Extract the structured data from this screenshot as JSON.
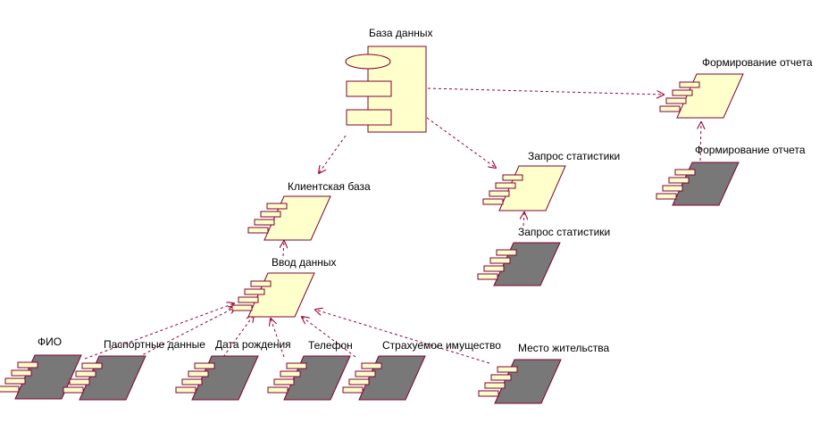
{
  "colors": {
    "component_fill": "#ffffcc",
    "stub_fill": "#787878",
    "outline": "#800033",
    "edge": "#990033"
  },
  "nodes": {
    "database": {
      "label": "База данных",
      "icon": "database-component-icon"
    },
    "report_form": {
      "label": "Формирование отчета",
      "icon": "form-component-icon"
    },
    "report_stub": {
      "label": "Формирование отчета",
      "icon": "form-component-icon"
    },
    "stats_form": {
      "label": "Запрос статистики",
      "icon": "form-component-icon"
    },
    "stats_stub": {
      "label": "Запрос статистики",
      "icon": "form-component-icon"
    },
    "client_base": {
      "label": "Клиентская база",
      "icon": "form-component-icon"
    },
    "data_entry": {
      "label": "Ввод данных",
      "icon": "form-component-icon"
    },
    "fio": {
      "label": "ФИО",
      "icon": "form-component-icon"
    },
    "passport": {
      "label": "Паспортные данные",
      "icon": "form-component-icon"
    },
    "birth_date": {
      "label": "Дата рождения",
      "icon": "form-component-icon"
    },
    "phone": {
      "label": "Телефон",
      "icon": "form-component-icon"
    },
    "insured_property": {
      "label": "Страхуемое имущество",
      "icon": "form-component-icon"
    },
    "residence": {
      "label": "Место жительства",
      "icon": "form-component-icon"
    }
  }
}
